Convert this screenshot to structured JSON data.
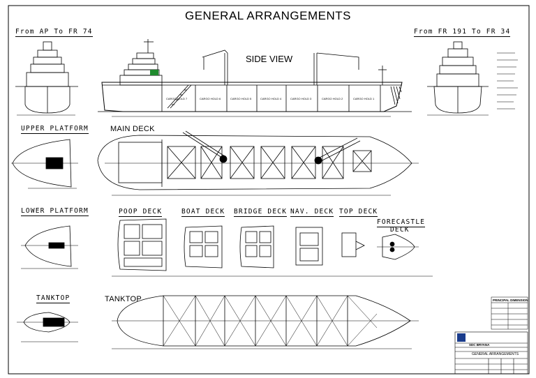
{
  "title": "GENERAL ARRANGEMENTS",
  "labels": {
    "from_ap": "From AP To FR 74",
    "from_fr": "From FR 191 To FR 34",
    "side_view": "SIDE VIEW",
    "upper_platform": "UPPER PLATFORM",
    "main_deck": "MAIN DECK",
    "lower_platform": "LOWER PLATFORM",
    "poop_deck": "POOP DECK",
    "boat_deck": "BOAT DECK",
    "bridge_deck": "BRIDGE DECK",
    "nav_deck": "NAV. DECK",
    "top_deck": "TOP DECK",
    "forecastle_deck_1": "FORECASTLE",
    "forecastle_deck_2": "DECK",
    "tanktop_small": "TANKTOP",
    "tanktop": "TANKTOP"
  },
  "holds": [
    "CARGO HOLD 7",
    "CARGO HOLD 6",
    "CARGO HOLD 5",
    "CARGO HOLD 4",
    "CARGO HOLD 3",
    "CARGO HOLD 2",
    "CARGO HOLD 1"
  ],
  "principal_dimension": "PRINCIPAL DIMENSION",
  "title_block": {
    "yard": "SDC BRYANA",
    "drawing": "GENERAL ARRANGEMENTS"
  },
  "colors": {
    "line": "#000000",
    "accent": "#1f8a2e",
    "logo": "#1a3c8c"
  }
}
